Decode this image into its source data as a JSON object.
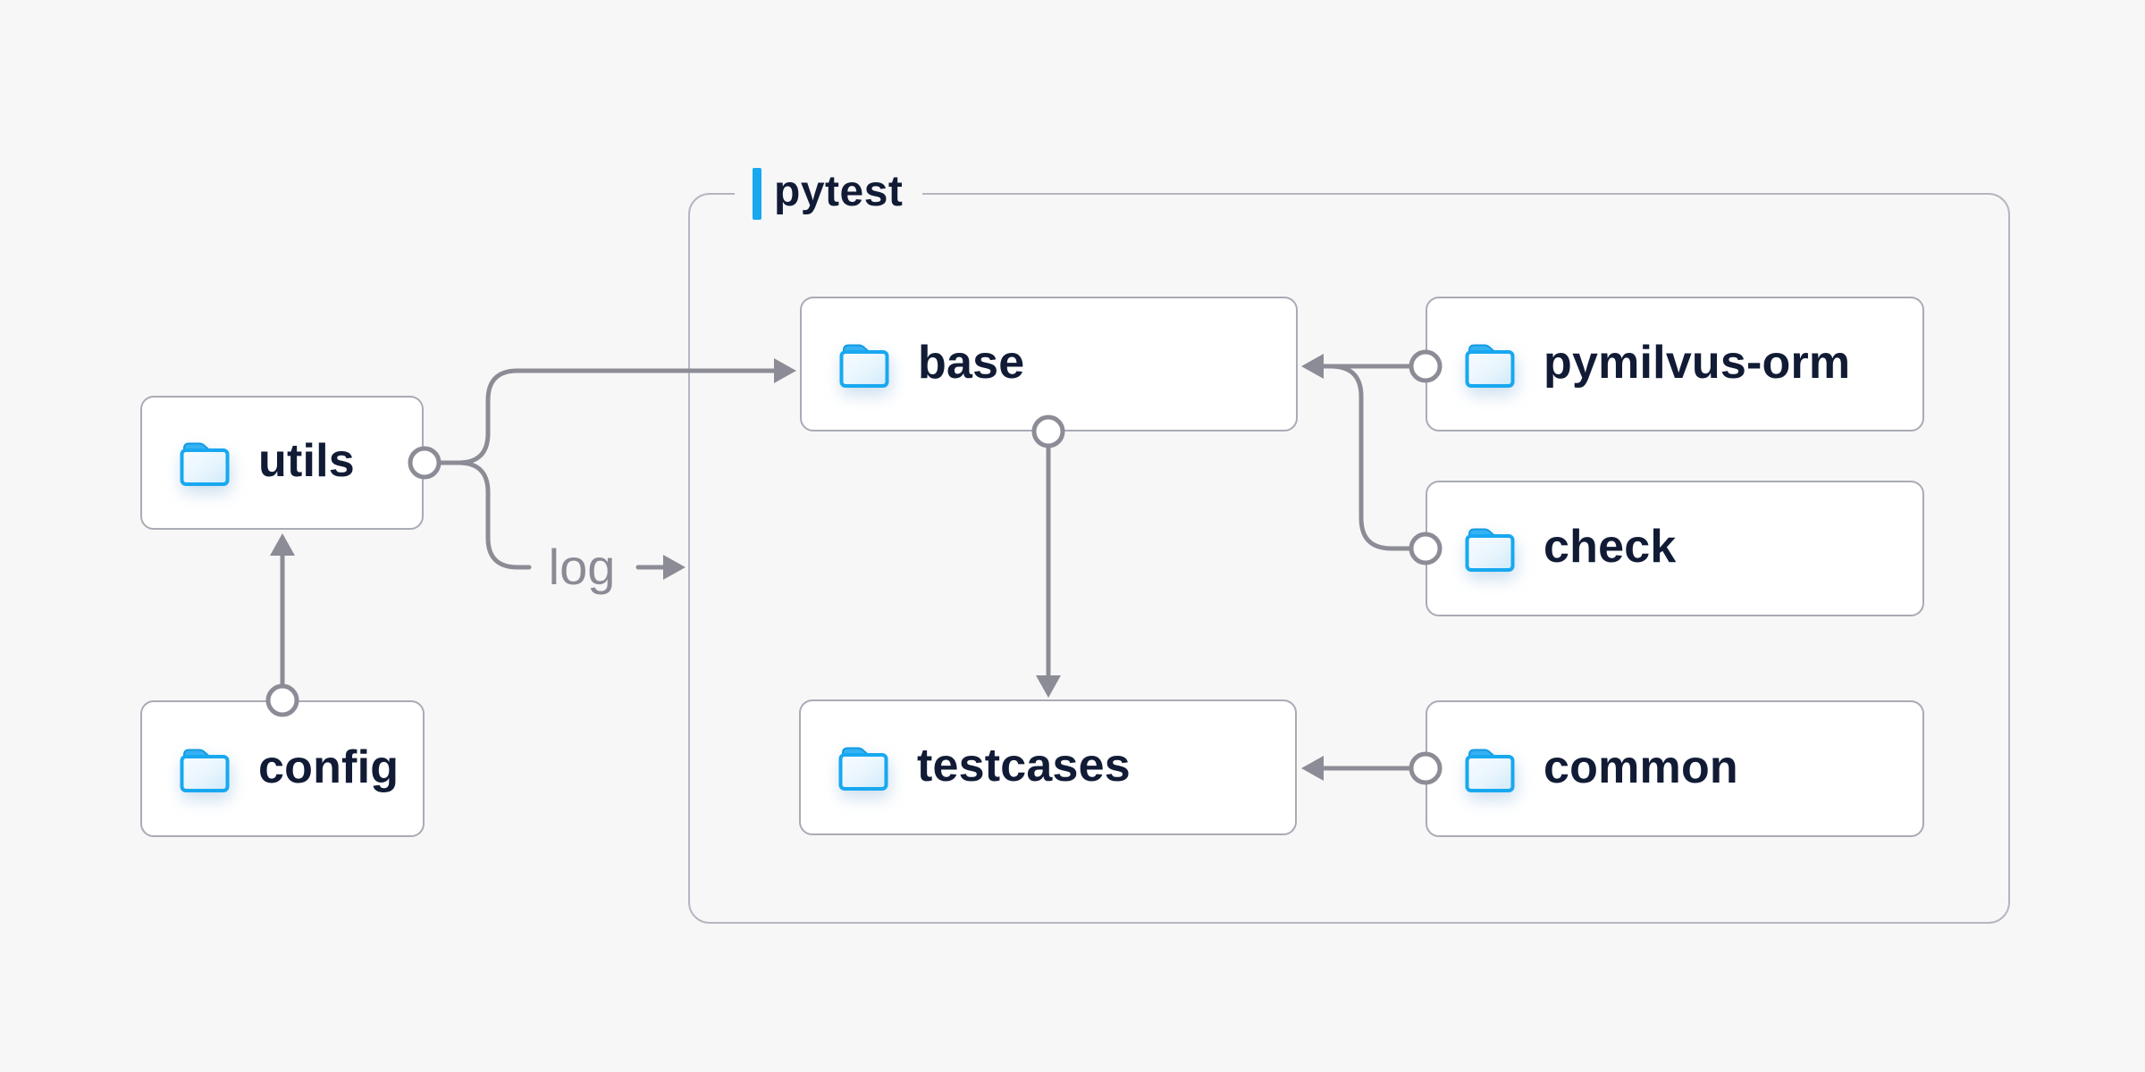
{
  "diagram": {
    "group_label": "pytest",
    "edge_label_log": "log",
    "nodes": {
      "utils": {
        "label": "utils"
      },
      "config": {
        "label": "config"
      },
      "base": {
        "label": "base"
      },
      "pymilvus_orm": {
        "label": "pymilvus-orm"
      },
      "check": {
        "label": "check"
      },
      "testcases": {
        "label": "testcases"
      },
      "common": {
        "label": "common"
      }
    },
    "colors": {
      "background": "#f7f7f8",
      "node_background": "#ffffff",
      "node_border": "#a9abb5",
      "group_border": "#b5b6c1",
      "connector_gray": "#8c8c96",
      "accent_blue": "#18a8f0",
      "text_navy": "#111b35",
      "muted_label_gray": "#8b8b95"
    }
  }
}
